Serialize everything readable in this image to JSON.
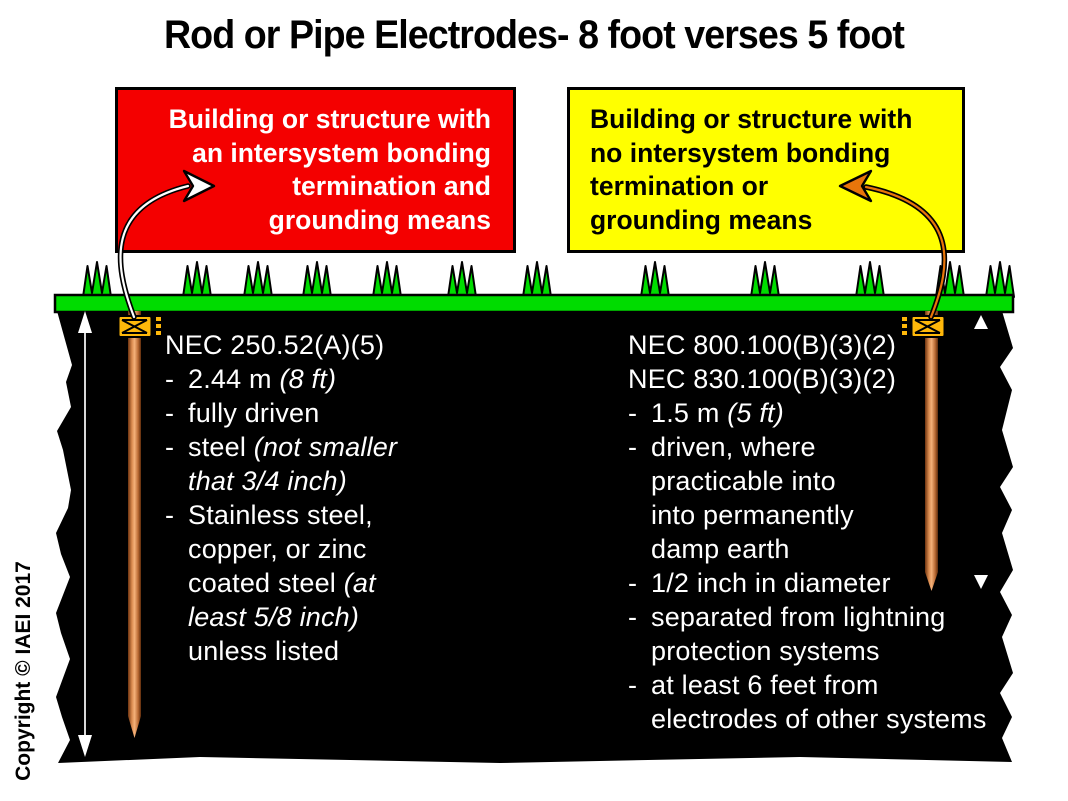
{
  "title": "Rod or Pipe Electrodes- 8 foot verses 5 foot",
  "copyright": "Copyright © IAEI 2017",
  "colors": {
    "callout_left_bg": "#f40000",
    "callout_left_text": "#ffffff",
    "callout_right_bg": "#ffff00",
    "callout_right_text": "#000000",
    "grass_green": "#00dc00",
    "soil_black": "#000000",
    "rod_copper": "#c87137",
    "clamp_gold": "#ffb80a",
    "right_arrow_orange": "#e8750a",
    "left_arrow_white": "#ffffff"
  },
  "left_callout": {
    "lines": [
      "Building or structure with",
      "an intersystem bonding",
      "termination and",
      "grounding means"
    ]
  },
  "right_callout": {
    "lines": [
      "Building or structure with",
      "no intersystem bonding",
      "termination or",
      "grounding means"
    ]
  },
  "left_spec": {
    "lines": [
      {
        "ind": 0,
        "dash": false,
        "seg": [
          [
            "NEC 250.52(A)(5)",
            0
          ]
        ]
      },
      {
        "ind": 0,
        "dash": true,
        "seg": [
          [
            "2.44 m ",
            0
          ],
          [
            "(8 ft)",
            1
          ]
        ]
      },
      {
        "ind": 0,
        "dash": true,
        "seg": [
          [
            "fully driven",
            0
          ]
        ]
      },
      {
        "ind": 0,
        "dash": true,
        "seg": [
          [
            "steel ",
            0
          ],
          [
            "(not smaller",
            1
          ]
        ]
      },
      {
        "ind": 1,
        "dash": false,
        "seg": [
          [
            "that 3/4 inch)",
            1
          ]
        ]
      },
      {
        "ind": 0,
        "dash": true,
        "seg": [
          [
            "Stainless steel,",
            0
          ]
        ]
      },
      {
        "ind": 1,
        "dash": false,
        "seg": [
          [
            "copper, or zinc",
            0
          ]
        ]
      },
      {
        "ind": 1,
        "dash": false,
        "seg": [
          [
            "coated steel ",
            0
          ],
          [
            "(at",
            1
          ]
        ]
      },
      {
        "ind": 1,
        "dash": false,
        "seg": [
          [
            "least 5/8 inch)",
            1
          ]
        ]
      },
      {
        "ind": 1,
        "dash": false,
        "seg": [
          [
            "unless listed",
            0
          ]
        ]
      }
    ]
  },
  "right_spec": {
    "lines": [
      {
        "ind": 0,
        "dash": false,
        "seg": [
          [
            "NEC 800.100(B)(3)(2)",
            0
          ]
        ]
      },
      {
        "ind": 0,
        "dash": false,
        "seg": [
          [
            "NEC 830.100(B)(3)(2)",
            0
          ]
        ]
      },
      {
        "ind": 0,
        "dash": true,
        "seg": [
          [
            "1.5 m ",
            0
          ],
          [
            "(5 ft)",
            1
          ]
        ]
      },
      {
        "ind": 0,
        "dash": true,
        "seg": [
          [
            "driven, where",
            0
          ]
        ]
      },
      {
        "ind": 1,
        "dash": false,
        "seg": [
          [
            "practicable into",
            0
          ]
        ]
      },
      {
        "ind": 1,
        "dash": false,
        "seg": [
          [
            "into permanently",
            0
          ]
        ]
      },
      {
        "ind": 1,
        "dash": false,
        "seg": [
          [
            "damp earth",
            0
          ]
        ]
      },
      {
        "ind": 0,
        "dash": true,
        "seg": [
          [
            "1/2 inch in diameter",
            0
          ]
        ]
      },
      {
        "ind": 0,
        "dash": true,
        "seg": [
          [
            "separated from lightning",
            0
          ]
        ]
      },
      {
        "ind": 1,
        "dash": false,
        "seg": [
          [
            "protection systems",
            0
          ]
        ]
      },
      {
        "ind": 0,
        "dash": true,
        "seg": [
          [
            "at least 6 feet from",
            0
          ]
        ]
      },
      {
        "ind": 1,
        "dash": false,
        "seg": [
          [
            "electrodes of other systems",
            0
          ]
        ]
      }
    ]
  }
}
